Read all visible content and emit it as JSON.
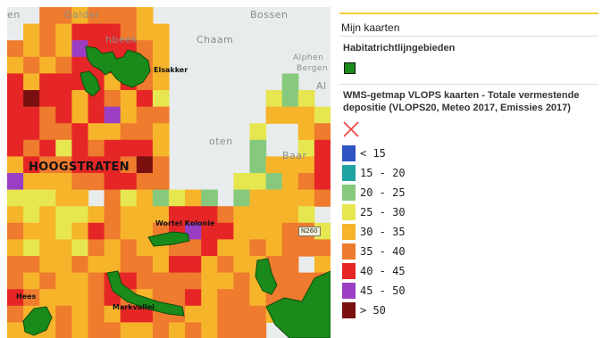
{
  "map": {
    "places": {
      "galder": "Galder",
      "bossen": "Bossen",
      "hbeek": "hbeek",
      "chaam": "Chaam",
      "alphen": "Alphen",
      "bergen": "Bergen",
      "al": "Al",
      "elsakker": "Elsakker",
      "oten": "oten",
      "baar": "Baar",
      "hoogstraten": "HOOGSTRATEN",
      "wortel_kolonie": "Wortel Kolonie",
      "hees": "Hees",
      "markvallei": "Markvallei",
      "en": "en"
    },
    "road_shield": "N260"
  },
  "panel": {
    "title": "Mijn kaarten",
    "layer1_title": "Habitatrichtlijngebieden",
    "layer2_title": "WMS-getmap VLOPS kaarten - Totale vermestende depositie (VLOPS20, Meteo 2017, Emissies 2017)",
    "colors": {
      "habitat": "#1a8a1a",
      "no_data": "#f04040"
    },
    "legend": [
      {
        "label": "< 15",
        "color": "#2f55c4"
      },
      {
        "label": "15 - 20",
        "color": "#1fa3a3"
      },
      {
        "label": "20 - 25",
        "color": "#86c97c"
      },
      {
        "label": "25 - 30",
        "color": "#e6e650"
      },
      {
        "label": "30 - 35",
        "color": "#f6b42a"
      },
      {
        "label": "35 - 40",
        "color": "#ee7b2e"
      },
      {
        "label": "40 - 45",
        "color": "#e62626"
      },
      {
        "label": "45 - 50",
        "color": "#9a3fc4"
      },
      {
        "label": "> 50",
        "color": "#7a1010"
      }
    ]
  }
}
